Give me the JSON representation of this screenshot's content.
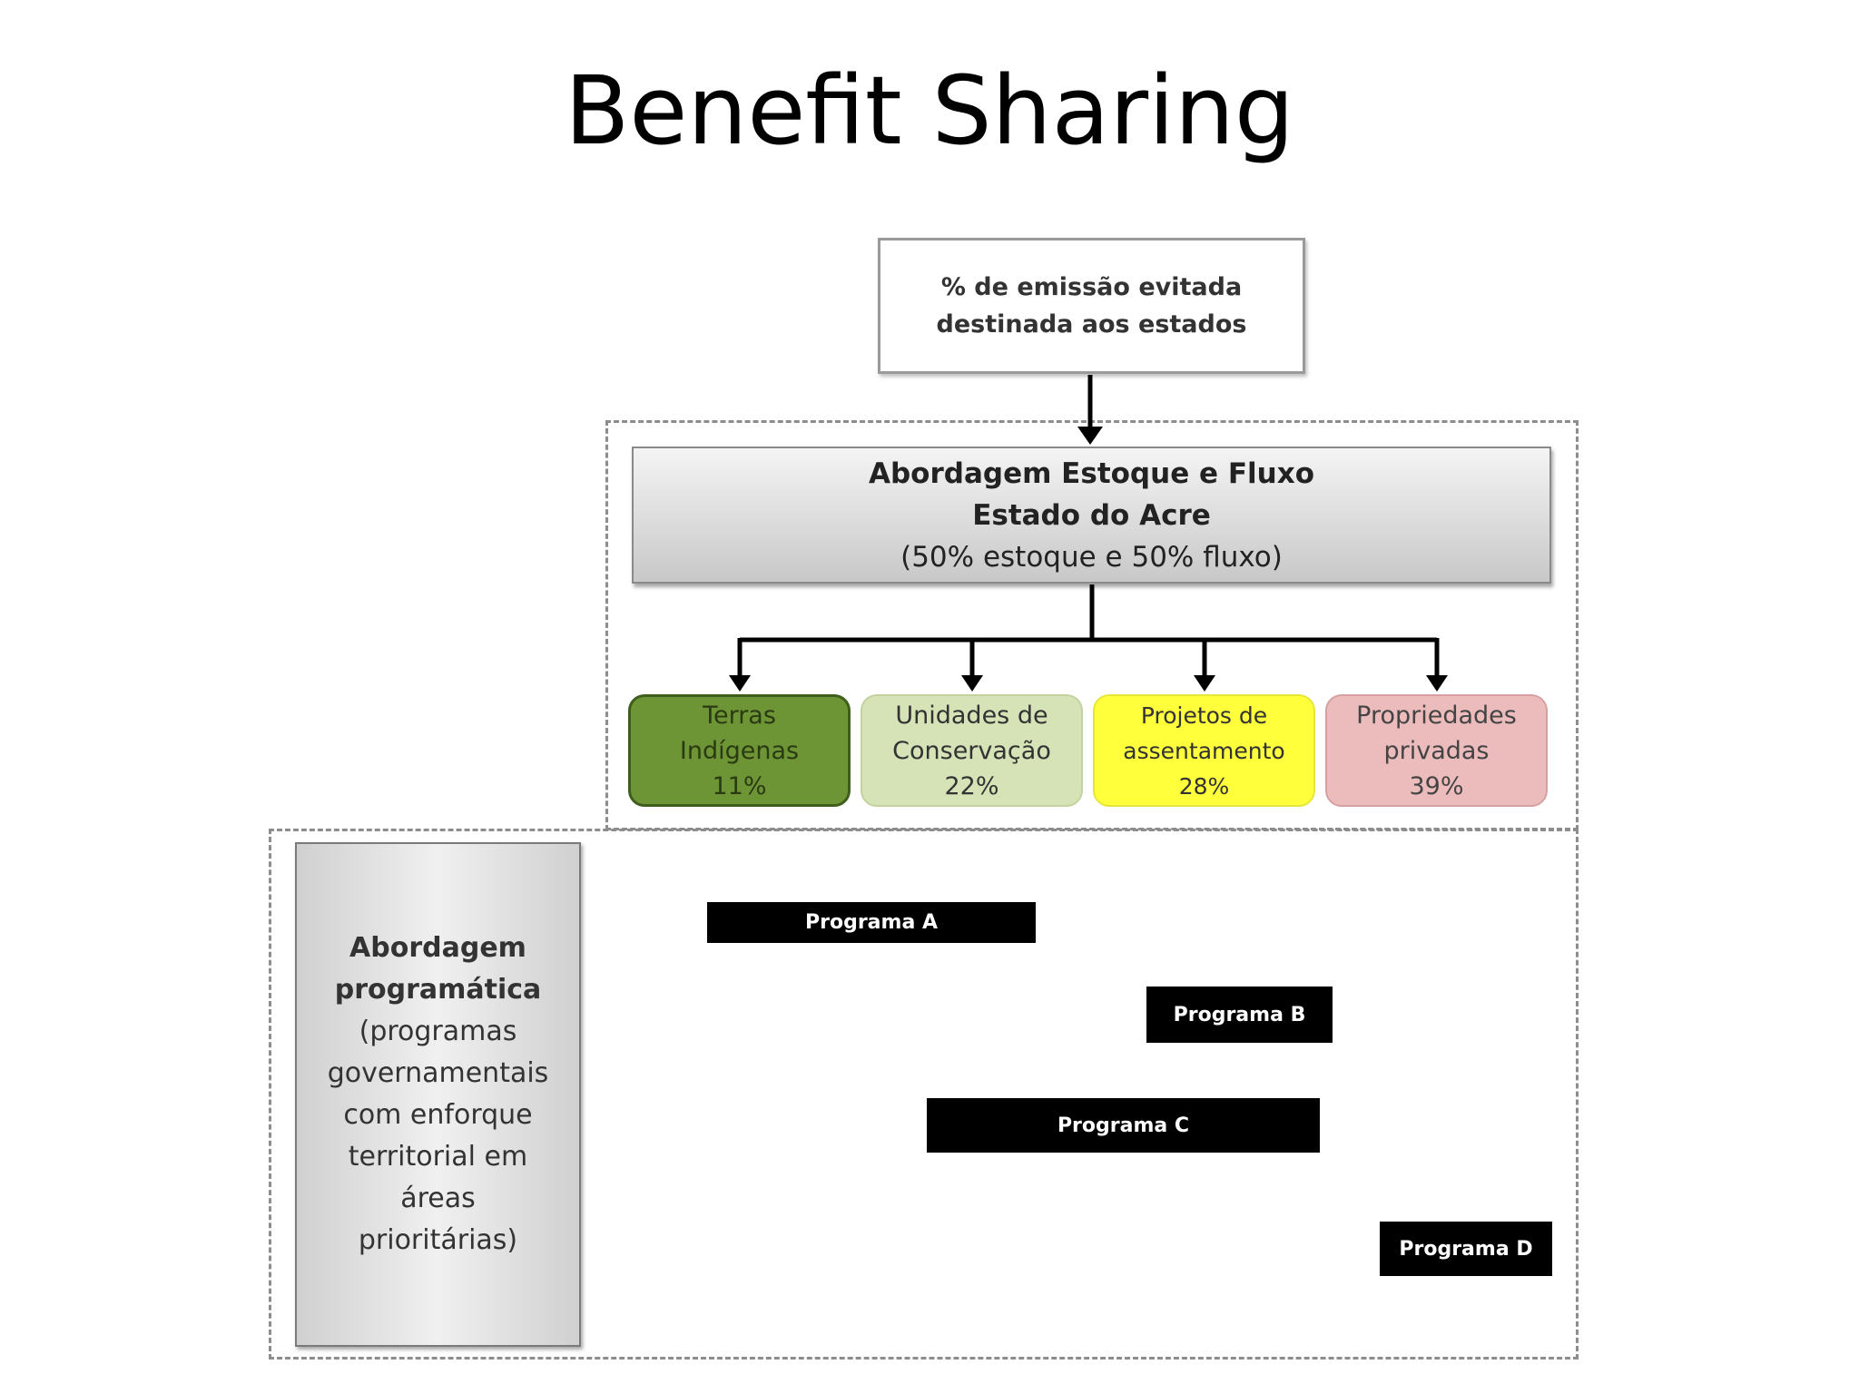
{
  "title": "Benefit Sharing",
  "top_box": {
    "line1": "% de emissão evitada",
    "line2": "destinada aos estados"
  },
  "approach": {
    "line1": "Abordagem Estoque e Fluxo",
    "line2": "Estado do Acre",
    "line3": "(50% estoque e 50% fluxo)"
  },
  "categories": [
    {
      "name": "Terras\nIndígenas",
      "percent": "11%",
      "fill": "#6e9535",
      "text_color": "#2a3a12"
    },
    {
      "name": "Unidades de\nConservação",
      "percent": "22%",
      "fill": "#d5e3b6",
      "text_color": "#333333"
    },
    {
      "name": "Projetos de\nassentamento",
      "percent": "28%",
      "fill": "#ffff3c",
      "text_color": "#333333"
    },
    {
      "name": "Propriedades\nprivadas",
      "percent": "39%",
      "fill": "#ecbcbc",
      "text_color": "#444444"
    }
  ],
  "programmatic": {
    "title_line1": "Abordagem",
    "title_line2": "programática",
    "body": "(programas\ngovernamentais\ncom enforque\nterritorial em\náreas\nprioritárias)"
  },
  "programs": [
    {
      "label": "Programa A"
    },
    {
      "label": "Programa B"
    },
    {
      "label": "Programa C"
    },
    {
      "label": "Programa D"
    }
  ]
}
